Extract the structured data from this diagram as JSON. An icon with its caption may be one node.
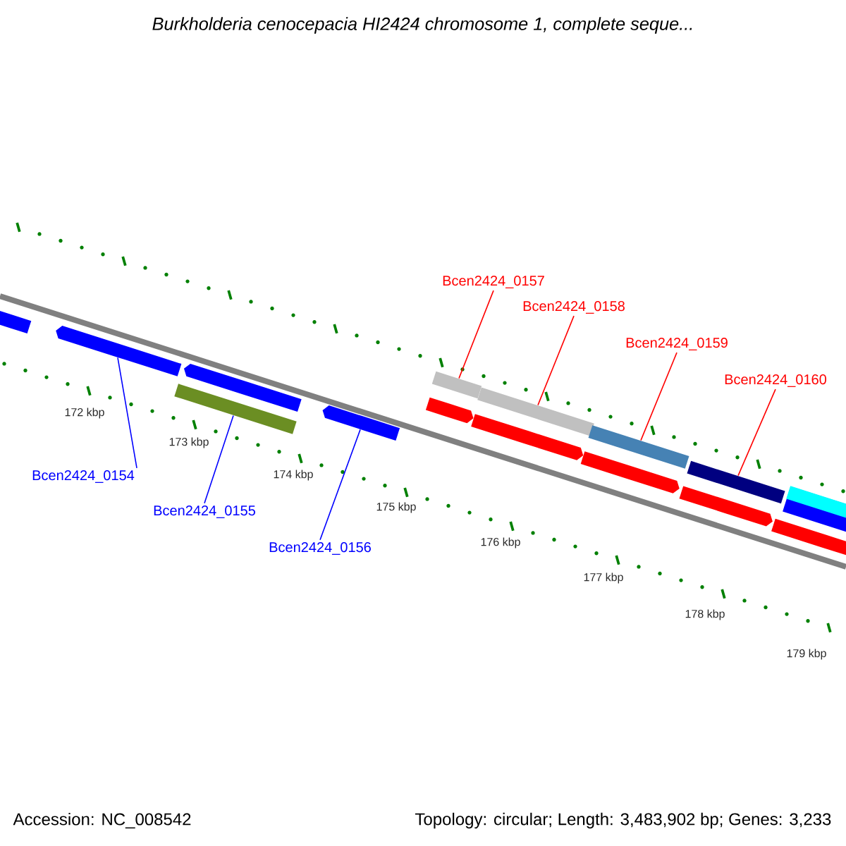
{
  "diagram": {
    "title": "*Burkholderia cenocepacia HI2424 chromosome 1, complete seque...*",
    "nodes": [
      {
        "text": [
          "Bcen2424_0154"
        ]
      },
      {
        "text": [
          "Bcen2424_0155"
        ]
      },
      {
        "text": [
          "Bcen2424_0156"
        ]
      },
      {
        "text": [
          "Bcen2424_0157"
        ]
      },
      {
        "text": [
          "Bcen2424_0158"
        ]
      },
      {
        "text": [
          "Bcen2424_0159"
        ]
      },
      {
        "text": [
          "Bcen2424_0160"
        ]
      },
      {
        "text": [],
        "shape": "arrow"
      },
      {
        "text": [],
        "shape": "bar"
      },
      {
        "text": [],
        "shape": "arrow"
      },
      {
        "text": [],
        "shape": "bar"
      },
      {
        "text": [],
        "shape": "bar"
      },
      {
        "text": [],
        "shape": "bar"
      },
      {
        "text": [],
        "shape": "bar"
      },
      {
        "text": [],
        "shape": "arrow"
      },
      {
        "text": [],
        "shape": "arrow"
      },
      {
        "text": [],
        "shape": "arrow"
      },
      {
        "text": [],
        "shape": "arrow"
      },
      {
        "text": [],
        "shape": "arrow"
      },
      {
        "text": [],
        "shape": "arrow"
      },
      {
        "text": [],
        "shape": "arrow"
      },
      {
        "text": [],
        "shape": "bar"
      }
    ],
    "edges": [
      {
        "from": 0,
        "to": 7,
        "arrow": "none",
        "color": "#0000ff"
      },
      {
        "from": 1,
        "to": 8,
        "arrow": "none",
        "color": "#0000ff"
      },
      {
        "from": 2,
        "to": 9,
        "arrow": "none",
        "color": "#0000ff"
      },
      {
        "from": 3,
        "to": 10,
        "arrow": "none"
      },
      {
        "from": 4,
        "to": 11,
        "arrow": "none"
      },
      {
        "from": 5,
        "to": 12,
        "arrow": "none"
      },
      {
        "from": 6,
        "to": 13,
        "arrow": "none"
      }
    ],
    "labels": [
      "172 kbp",
      "173 kbp",
      "174 kbp",
      "175 kbp",
      "176 kbp",
      "177 kbp",
      "178 kbp",
      "179 kbp",
      "Accession: NC_008542",
      "Topology: circular; Length: 3,483,902 bp; Genes: 3,233"
    ]
  }
}
